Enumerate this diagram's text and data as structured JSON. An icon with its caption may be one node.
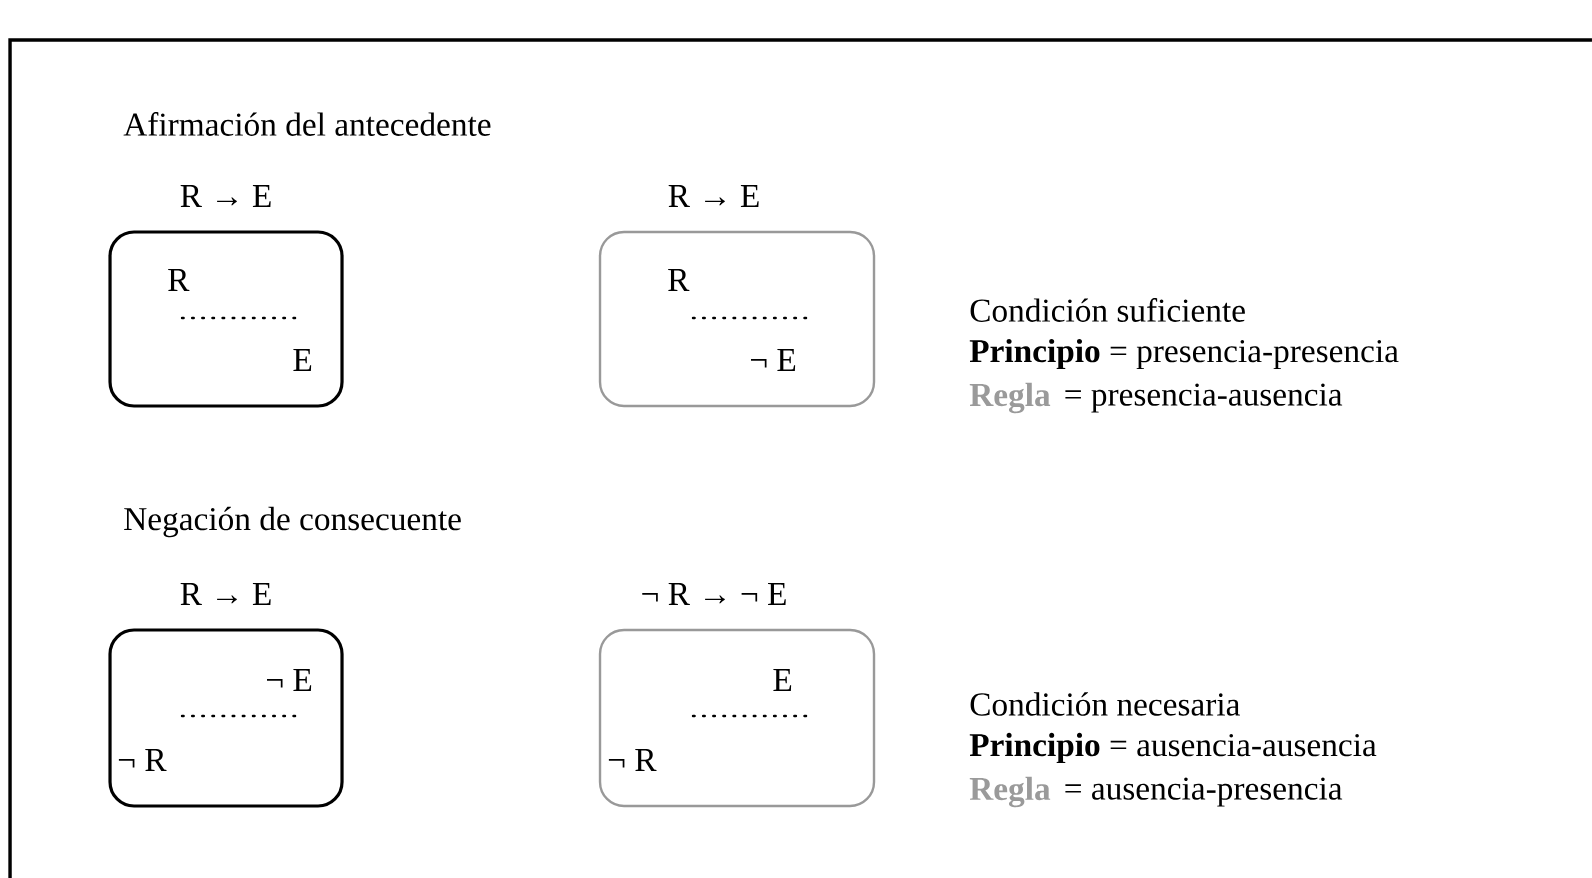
{
  "diagram": {
    "nodes": [
      {
        "text": [
          "R → E",
          "R",
          "E"
        ]
      },
      {
        "text": [
          "R → E",
          "R",
          "¬ E"
        ]
      },
      {
        "text": [
          "R → E",
          "¬ E",
          "¬ R"
        ]
      },
      {
        "text": [
          "¬ R → ¬ E",
          "E",
          "¬ R"
        ]
      }
    ],
    "labels": [
      "Afirmación del antecedente",
      "Condición suficiente",
      "**Principio** = presencia-presencia",
      "Regla",
      "= presencia-ausencia",
      "Negación de consecuente",
      "Condición necesaria",
      "**Principio** = ausencia-ausencia",
      "Regla",
      "= ausencia-presencia"
    ]
  }
}
